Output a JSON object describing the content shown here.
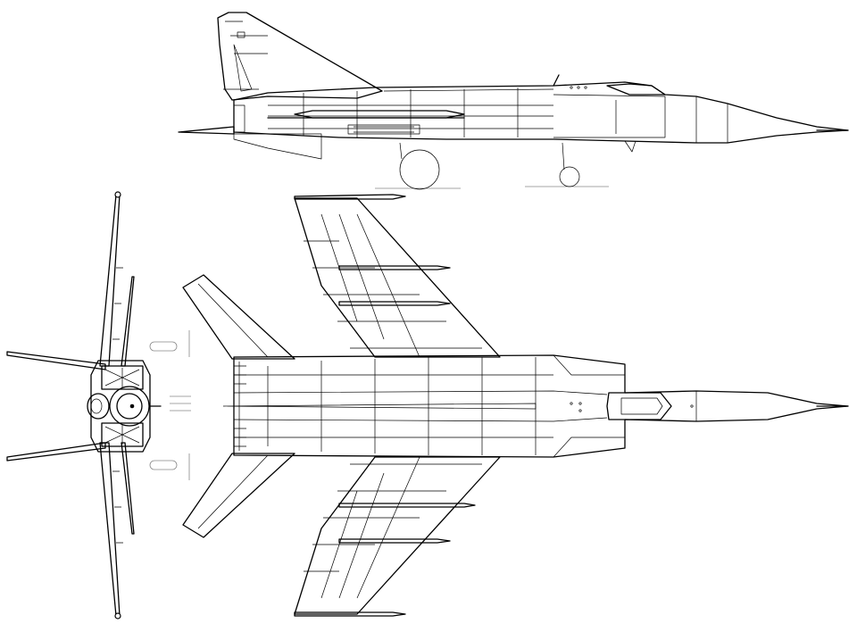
{
  "drawing": {
    "subject": "three-view-aircraft-line-drawing",
    "views": [
      {
        "id": "side",
        "name": "side-view"
      },
      {
        "id": "top",
        "name": "top-view"
      },
      {
        "id": "front",
        "name": "front-view"
      }
    ],
    "colors": {
      "line": "#000000",
      "background": "#ffffff",
      "ground_shadow": "#888888"
    }
  }
}
